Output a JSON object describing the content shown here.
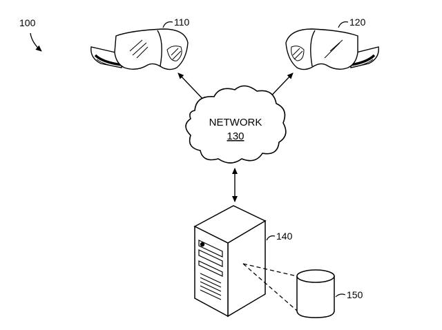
{
  "figure": {
    "ref_figure": "100",
    "headset_left": {
      "ref": "110",
      "kind": "head-mounted display"
    },
    "headset_right": {
      "ref": "120",
      "kind": "head-mounted display"
    },
    "network": {
      "label": "NETWORK",
      "ref": "130"
    },
    "server": {
      "ref": "140"
    },
    "database": {
      "ref": "150"
    }
  },
  "icons": [
    "vr-headset-icon",
    "cloud-icon",
    "server-tower-icon",
    "database-cylinder-icon"
  ]
}
